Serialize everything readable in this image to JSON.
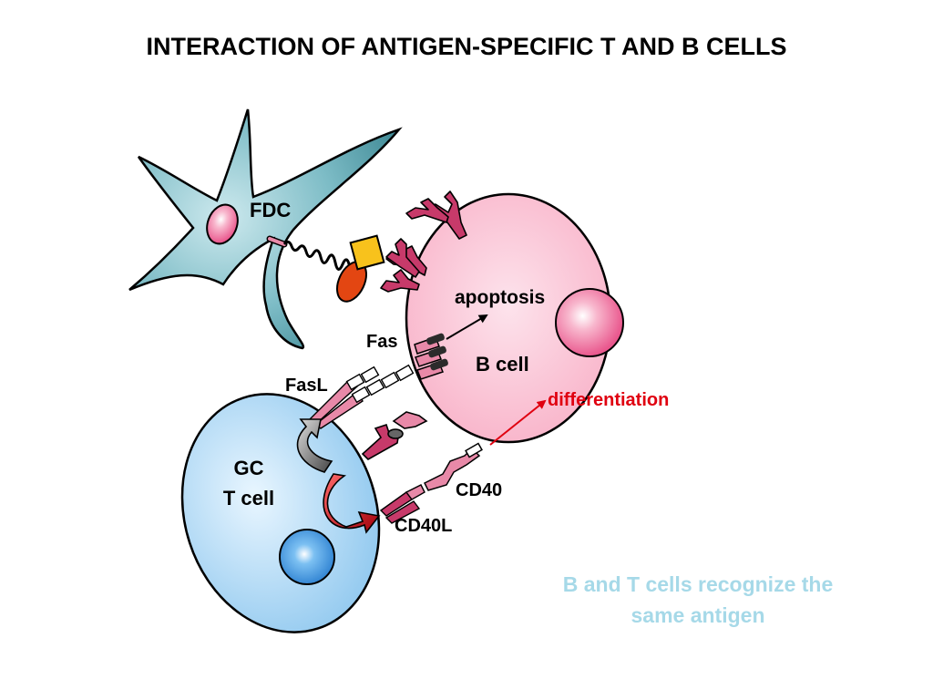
{
  "title": "INTERACTION OF ANTIGEN-SPECIFIC T AND B CELLS",
  "labels": {
    "fdc": "FDC",
    "apoptosis": "apoptosis",
    "fas": "Fas",
    "b_cell": "B cell",
    "fasl": "FasL",
    "differentiation": "differentiation",
    "gc_line1": "GC",
    "gc_line2": "T cell",
    "cd40": "CD40",
    "cd40l": "CD40L"
  },
  "caption": {
    "line1": "B and T cells recognize the",
    "line2": "same antigen"
  },
  "colors": {
    "fdc_body": "#5fa7b3",
    "fdc_nucleus": "#f07aa5",
    "b_cell": "#fbc1d3",
    "b_nucleus": "#f06a9c",
    "t_cell": "#9fd0f1",
    "t_nucleus": "#3a93dc",
    "antibody": "#c73a6a",
    "antigen_square": "#f8c21c",
    "antigen_oval": "#e34612",
    "differentiation": "#e00010",
    "caption": "#a6d9e8",
    "curved_arrow_gray": "#666666",
    "curved_arrow_red": "#c8000f"
  },
  "icons": [
    "fdc-cell-icon",
    "b-cell-icon",
    "t-cell-icon",
    "antibody-icon",
    "antigen-icon",
    "receptor-icon",
    "curved-arrow-icon"
  ]
}
